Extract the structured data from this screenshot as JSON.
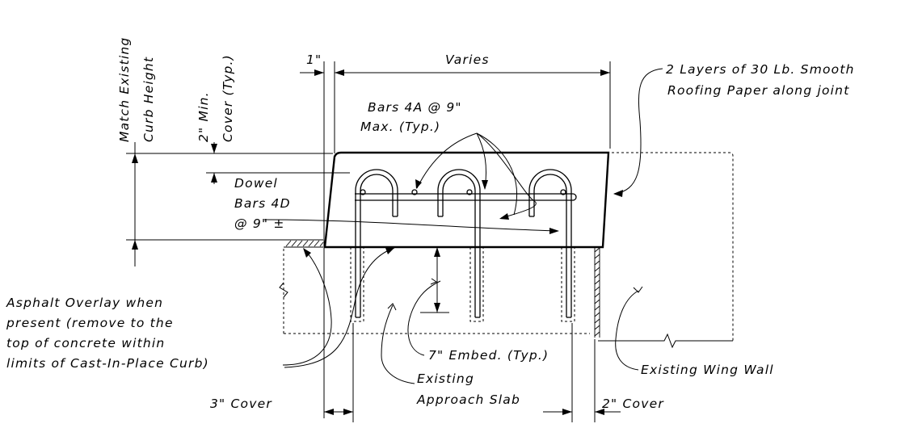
{
  "dimensions": {
    "one_inch": "1\"",
    "varies": "Varies",
    "three_cover": "3\" Cover",
    "two_cover": "2\" Cover",
    "embed": "7\" Embed. (Typ.)"
  },
  "vertical_labels": {
    "curb_line1": "Match Existing",
    "curb_line2": "Curb Height",
    "cover_line1": "2\" Min.",
    "cover_line2": "Cover (Typ.)"
  },
  "callouts": {
    "paper_line1": "2 Layers of 30 Lb. Smooth",
    "paper_line2": "Roofing Paper along joint",
    "bars_line1": "Bars 4A @ 9\"",
    "bars_line2": "Max. (Typ.)",
    "dowel_line1": "Dowel",
    "dowel_line2": "Bars 4D",
    "dowel_line3": "@ 9\" ±",
    "asphalt_line1": "Asphalt Overlay when",
    "asphalt_line2": "present (remove to the",
    "asphalt_line3": "top of concrete within",
    "asphalt_line4": "limits of Cast-In-Place Curb)",
    "slab_line1": "Existing",
    "slab_line2": "Approach Slab",
    "wingwall": "Existing Wing Wall"
  }
}
